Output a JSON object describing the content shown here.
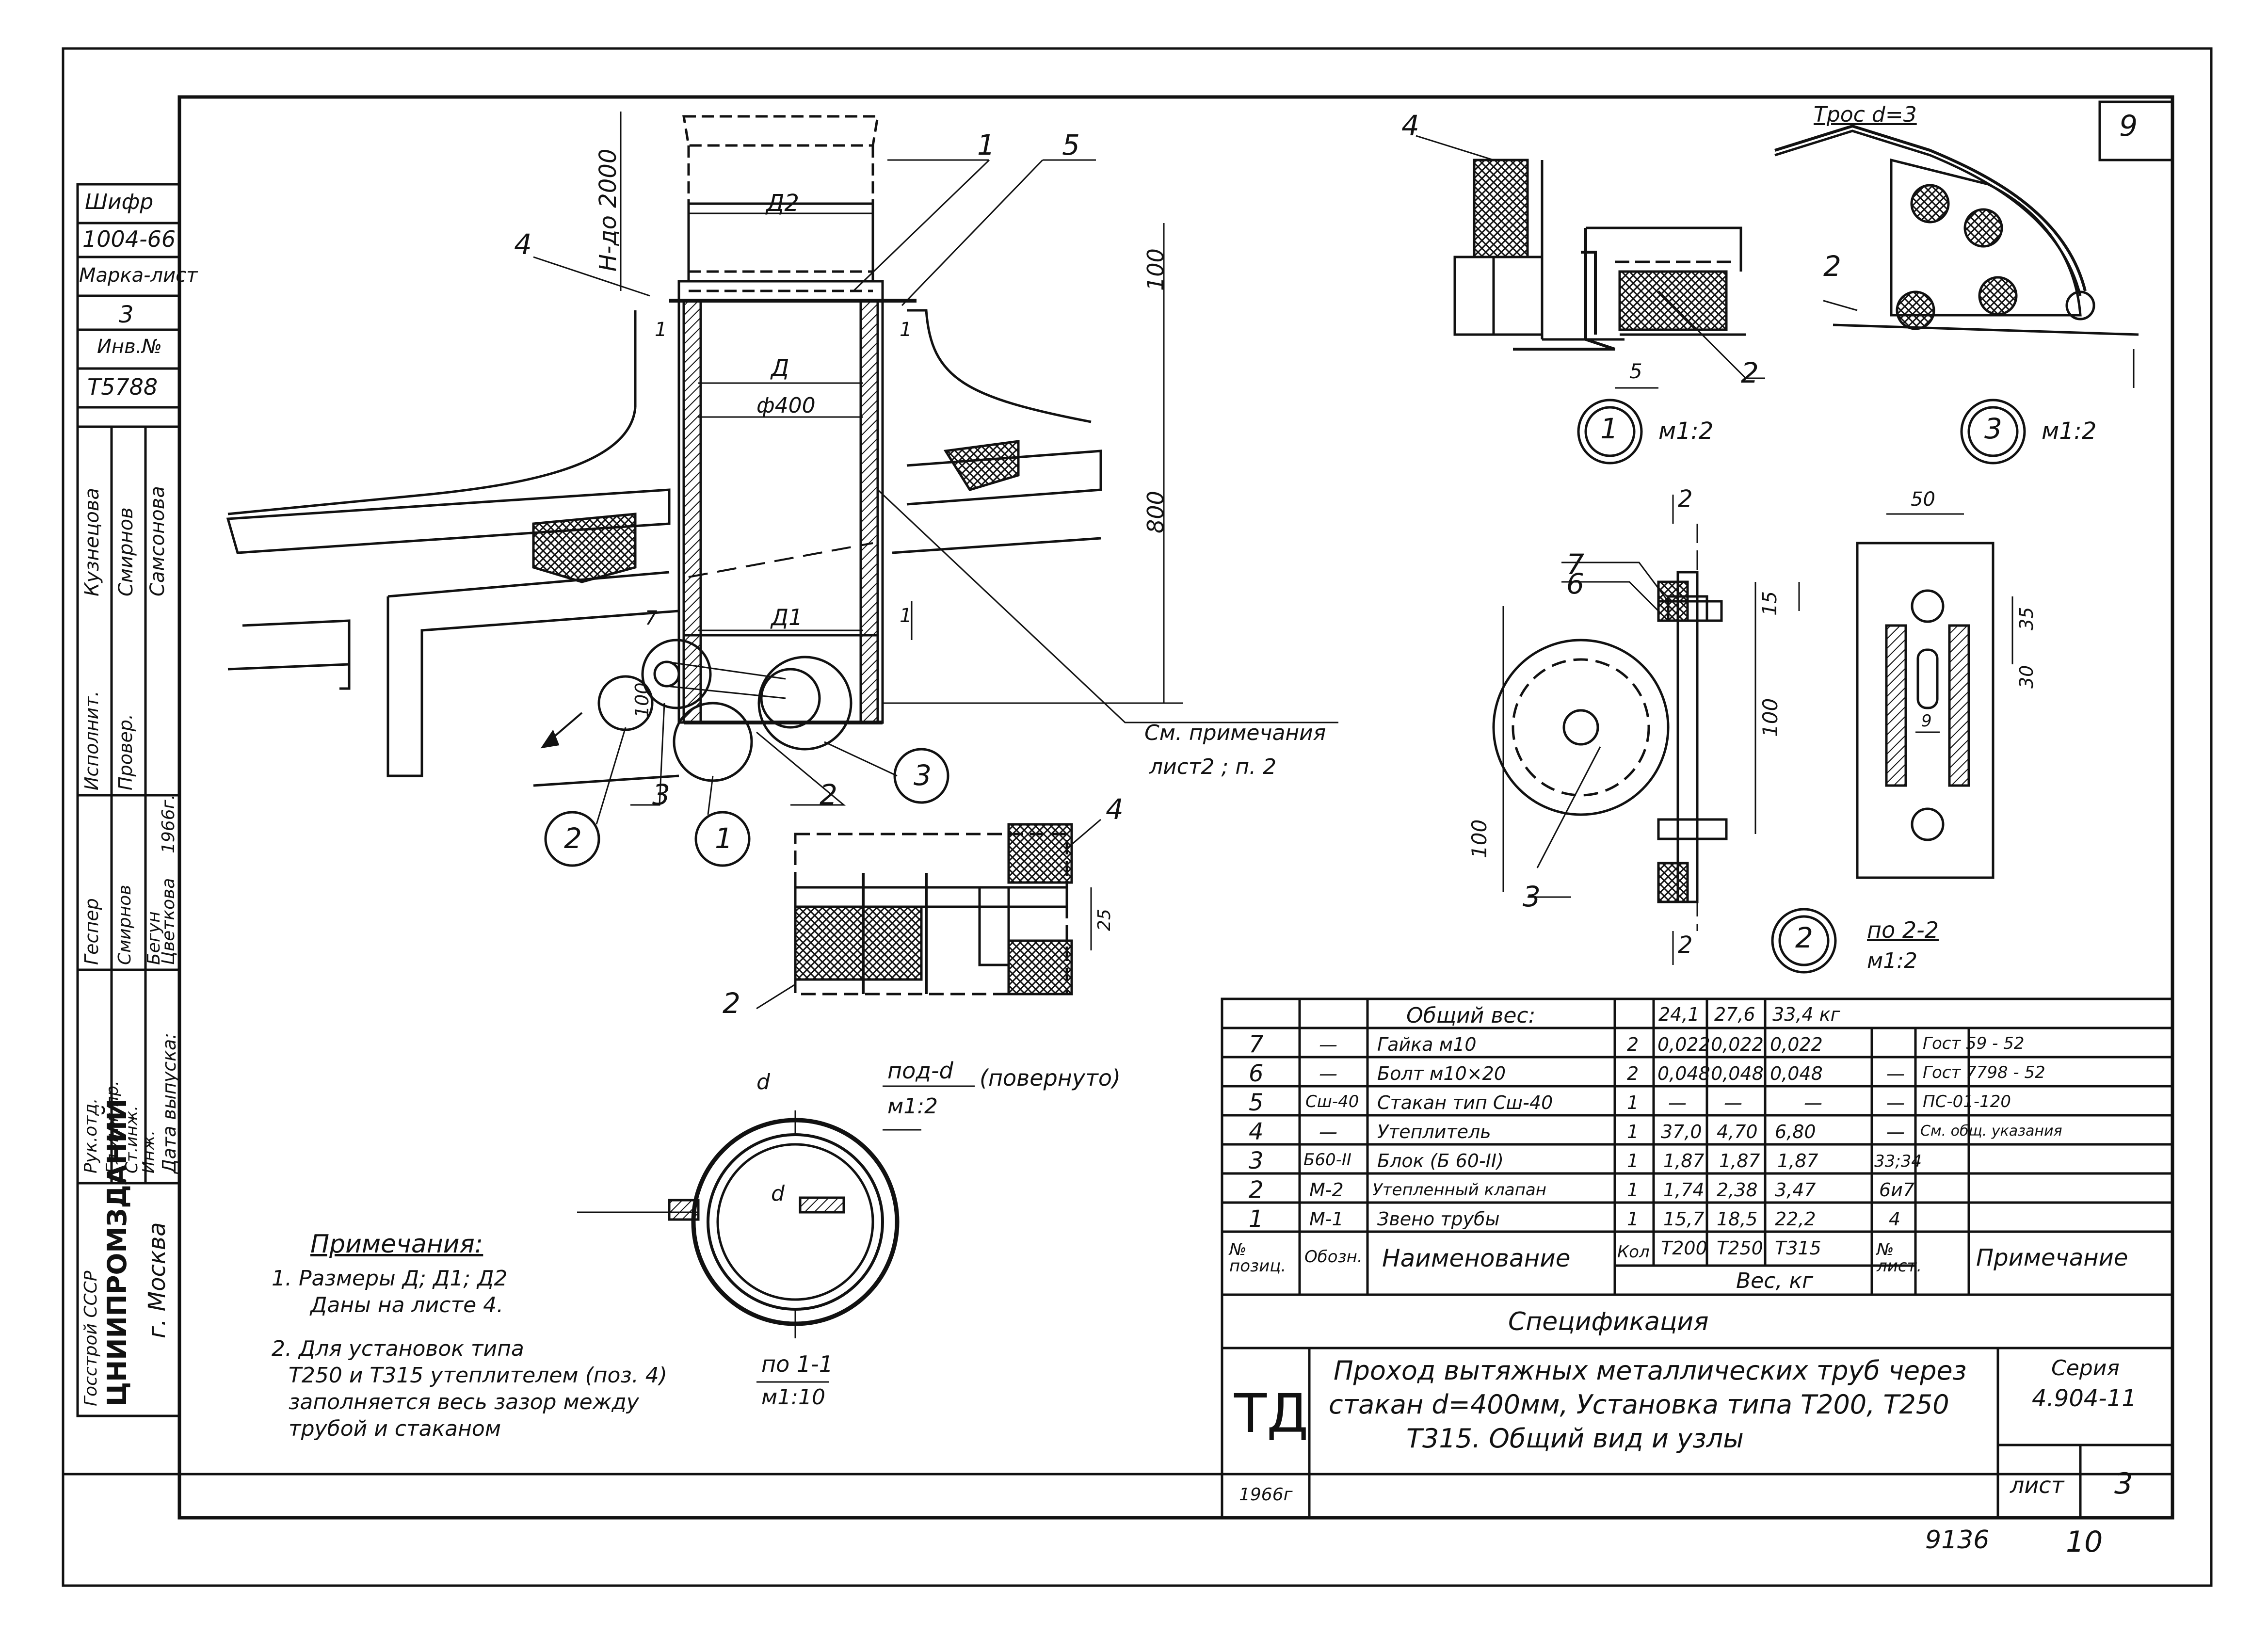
{
  "sheet_number": "9",
  "stamp": {
    "code_label": "Шифр",
    "code": "1004-66",
    "mark_label": "Марка-лист",
    "mark": "3",
    "inv_label": "Инв.№",
    "inv": "Т5788",
    "org": "ЦНИИПРОМЗДАНИЙ",
    "org_top": "Госстрой СССР",
    "city": "г. Москва",
    "release_date_label": "Дата выпуска:",
    "roles": [
      "Рук.отд.",
      "Гл.инж.пр.",
      "Ст.инж.",
      "Инж."
    ],
    "roles2": [
      "Геспер",
      "Исполнит.",
      "Провер.",
      "Смирнов",
      "Бегун",
      "Цветкова",
      "1966г."
    ],
    "names": [
      "Кузнецова",
      "Смирнов",
      "Самсонова"
    ]
  },
  "callouts": {
    "c1": "1",
    "c2": "2",
    "c3": "3",
    "c4": "4",
    "c5": "5",
    "c7": "7",
    "c6": "6"
  },
  "main_view": {
    "h_label": "H-до 2000",
    "d2": "Д2",
    "d": "Д",
    "d1": "Д1",
    "phi": "ф400",
    "dim100": "100",
    "dim800": "800",
    "dim100b": "100",
    "note_ref_1": "См. примечания",
    "note_ref_2": "лист2 ; п. 2",
    "i1": "1",
    "i2": "1"
  },
  "detail1": {
    "label": "1",
    "scale": "м1:2",
    "dim": "5"
  },
  "detail3": {
    "label": "3",
    "scale": "м1:2",
    "rope": "Трос d=3"
  },
  "detail2": {
    "label": "2",
    "section": "по 2-2",
    "scale": "м1:2",
    "sec_mark": "2",
    "dims": [
      "15",
      "100",
      "100",
      "50",
      "35",
      "30",
      "9"
    ]
  },
  "view_d": {
    "title": "под-d",
    "subtitle": "(повернуто)",
    "scale": "м1:2",
    "dim": "25"
  },
  "section11": {
    "title": "по 1-1",
    "scale": "м1:10",
    "letter": "d"
  },
  "notes": {
    "heading": "Примечания:",
    "items": [
      "1. Размеры Д; Д1; Д2",
      "Даны на листе 4.",
      "2. Для установок типа",
      "Т250 и Т315 утеплителем (поз. 4)",
      "заполняется весь зазор между",
      "трубой и стаканом"
    ]
  },
  "spec_table": {
    "header_weight": "Общий вес:",
    "totals": [
      "24,1",
      "27,6",
      "33,4 кг"
    ],
    "rows": [
      {
        "pos": "7",
        "mark": "—",
        "name": "Гайка м10",
        "qty": "2",
        "w1": "0,022",
        "w2": "0,022",
        "w3": "0,022",
        "sheet": "",
        "note": "Гост 59 - 52"
      },
      {
        "pos": "6",
        "mark": "—",
        "name": "Болт м10×20",
        "qty": "2",
        "w1": "0,048",
        "w2": "0,048",
        "w3": "0,048",
        "sheet": "—",
        "note": "Гост 7798 - 52"
      },
      {
        "pos": "5",
        "mark": "Сш-40",
        "name": "Стакан тип Сш-40",
        "qty": "1",
        "w1": "—",
        "w2": "—",
        "w3": "—",
        "sheet": "—",
        "note": "ПС-01-120"
      },
      {
        "pos": "4",
        "mark": "—",
        "name": "Утеплитель",
        "qty": "1",
        "w1": "37,0",
        "w2": "4,70",
        "w3": "6,80",
        "sheet": "—",
        "note": "См. общ. указания"
      },
      {
        "pos": "3",
        "mark": "Б60-II",
        "name": "Блок (Б 60-II)",
        "qty": "1",
        "w1": "1,87",
        "w2": "1,87",
        "w3": "1,87",
        "sheet": "33;34",
        "note": ""
      },
      {
        "pos": "2",
        "mark": "М-2",
        "name": "Утепленный клапан",
        "qty": "1",
        "w1": "1,74",
        "w2": "2,38",
        "w3": "3,47",
        "sheet": "6и7",
        "note": ""
      },
      {
        "pos": "1",
        "mark": "М-1",
        "name": "Звено трубы",
        "qty": "1",
        "w1": "15,7",
        "w2": "18,5",
        "w3": "22,2",
        "sheet": "4",
        "note": ""
      }
    ],
    "col_pos": "№ позиц.",
    "col_mark": "Обозн.",
    "col_name": "Наименование",
    "col_qty": "Кол",
    "col_t200": "Т200",
    "col_t250": "Т250",
    "col_t315": "Т315",
    "col_weight": "Вес, кг",
    "col_sheet": "№ лист.",
    "col_note": "Примечание",
    "caption": "Спецификация"
  },
  "title_block": {
    "logo": "ТД",
    "year": "1966г",
    "title_1": "Проход вытяжных металлических труб через",
    "title_2": "стакан d=400мм, Установка типа Т200, Т250",
    "title_3": "Т315.        Общий вид и узлы",
    "series_label": "Серия",
    "series": "4.904-11",
    "sheet_label": "лист",
    "sheet": "3"
  },
  "footer": {
    "code": "9136",
    "page": "10"
  }
}
